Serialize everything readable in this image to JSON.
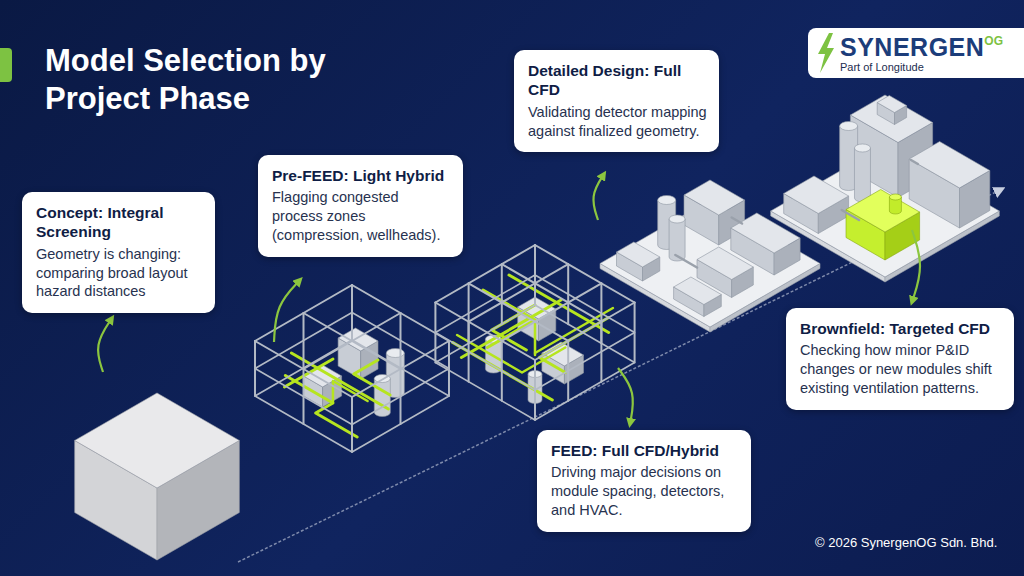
{
  "diagram": {
    "title": "Model Selection by Project Phase",
    "nodes": [
      {
        "text": [
          "Concept: Integral Screening",
          "Geometry is changing: comparing broad layout hazard distances"
        ]
      },
      {
        "text": [
          "Pre-FEED: Light Hybrid",
          "Flagging congested process zones (compression, wellheads)."
        ]
      },
      {
        "text": [
          "FEED: Full CFD/Hybrid",
          "Driving major decisions on module spacing, detectors, and HVAC."
        ]
      },
      {
        "text": [
          "Detailed Design: Full CFD",
          "Validating detector mapping against finalized geometry."
        ]
      },
      {
        "text": [
          "Brownfield: Targeted CFD",
          "Checking how minor P&ID changes or new modules shift existing ventilation patterns."
        ]
      },
      {
        "text": [
          "SYNERGEN",
          "OG",
          "Part of Longitude"
        ]
      }
    ],
    "labels": [
      "© 2026 SynergenOG Sdn. Bhd."
    ]
  }
}
